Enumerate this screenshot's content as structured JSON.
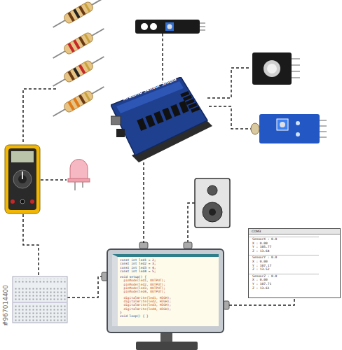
{
  "diagram": {
    "nodes": [
      {
        "text": [
          "Arduino Sensor Shield"
        ]
      },
      {
        "text": [
          "const int led1 = 2;",
          "const int led2 = 3;",
          "const int led3 = 4;",
          "const int led4 = 5;",
          "void setup() {",
          "  pinMode(led1, OUTPUT);",
          "  pinMode(led2, OUTPUT);",
          "  pinMode(led3, OUTPUT);",
          "  pinMode(led4, OUTPUT);",
          "  digitalWrite(led1, HIGH);",
          "  digitalWrite(led2, HIGH);",
          "  digitalWrite(led3, HIGH);",
          "  digitalWrite(led4, HIGH);",
          "}",
          "void loop() { }"
        ]
      },
      {
        "text": [
          "COM3",
          "SensorX : 0.0",
          "X : 0.00",
          "Y : 105.77",
          "Z : 13.64",
          "SensorY : 0.0",
          "X : 0.00",
          "Y : 107.17",
          "Z : 13.52",
          "SensorZ : 0.0",
          "X : 0.00",
          "Y : 107.71",
          "Z : 13.61"
        ]
      }
    ],
    "edges": [
      {
        "from": 0,
        "to": 1,
        "arrow": "none"
      },
      {
        "from": 1,
        "to": 2,
        "arrow": "none"
      }
    ],
    "labels": [
      "#967014400"
    ]
  }
}
